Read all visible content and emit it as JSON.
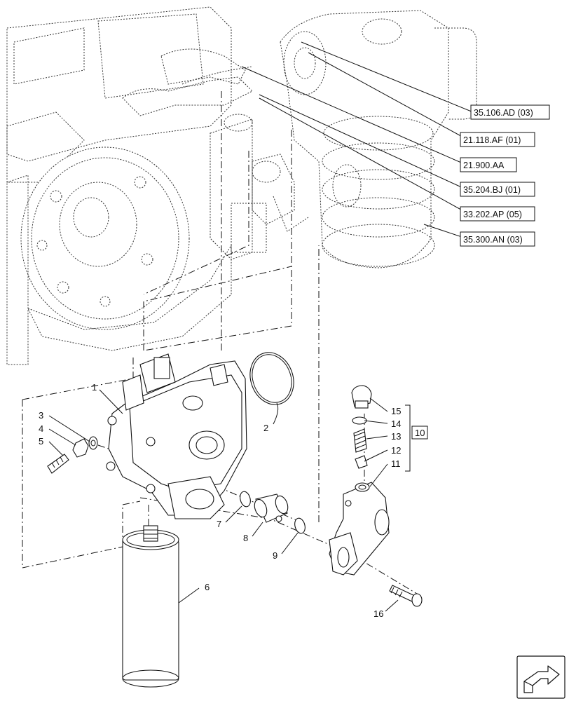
{
  "references": [
    {
      "id": "ref-1",
      "label": "35.106.AD (03)"
    },
    {
      "id": "ref-2",
      "label": "21.118.AF (01)"
    },
    {
      "id": "ref-3",
      "label": "21.900.AA"
    },
    {
      "id": "ref-4",
      "label": "35.204.BJ (01)"
    },
    {
      "id": "ref-5",
      "label": "33.202.AP (05)"
    },
    {
      "id": "ref-6",
      "label": "35.300.AN (03)"
    }
  ],
  "callouts": [
    "1",
    "2",
    "3",
    "4",
    "5",
    "6",
    "7",
    "8",
    "9",
    "11",
    "12",
    "13",
    "14",
    "15",
    "16"
  ],
  "group_label": "10",
  "nav_icon": "next-page-arrow-icon"
}
